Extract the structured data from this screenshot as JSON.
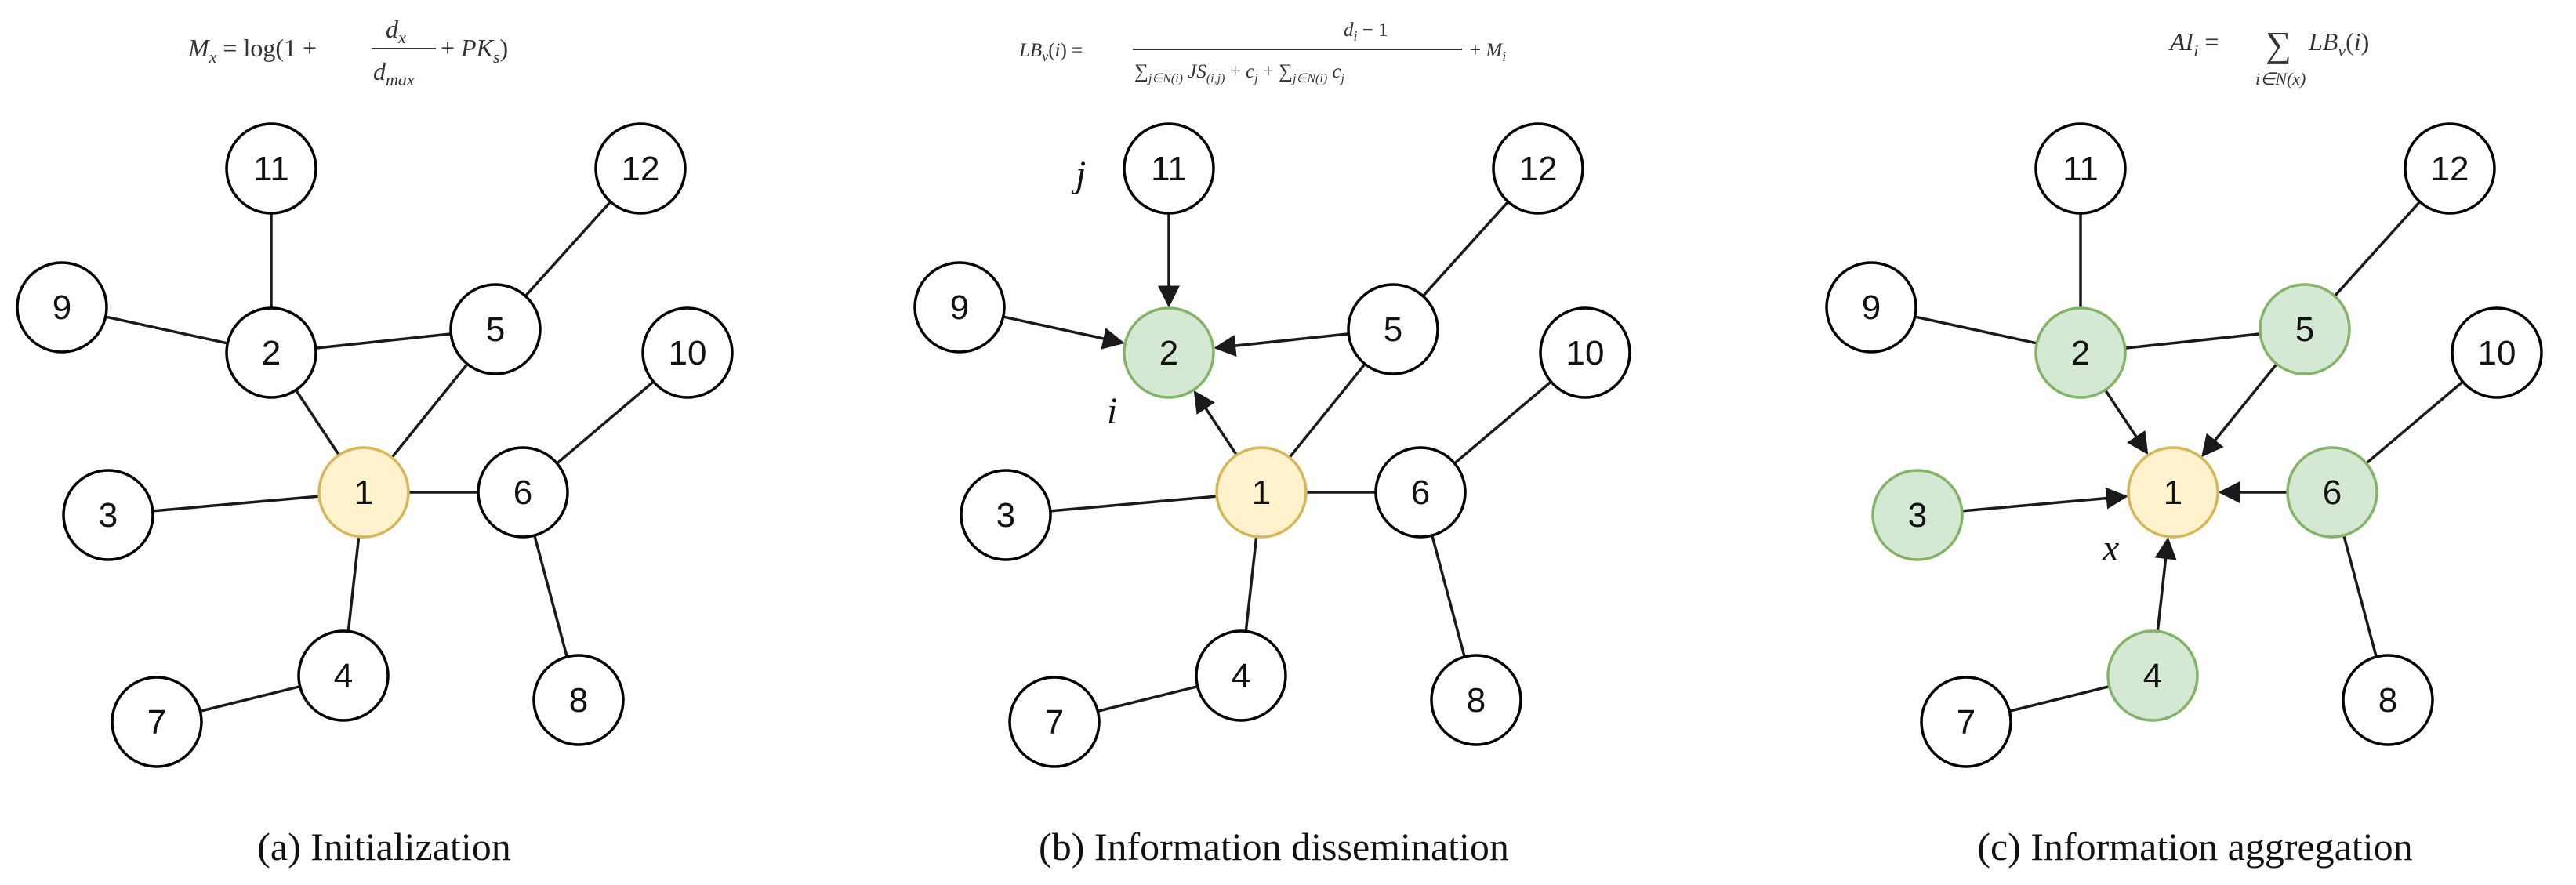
{
  "colors": {
    "default_fill": "#ffffff",
    "default_stroke": "#000000",
    "target_fill": "#fff2cc",
    "target_stroke": "#d6b656",
    "neighbor_fill": "#d5e8d4",
    "neighbor_stroke": "#82b366"
  },
  "panels": [
    {
      "caption": "(a) Initialization",
      "formula": {
        "type": "Mx"
      },
      "nodes": [
        {
          "label": "1",
          "role": "target"
        },
        {
          "label": "2",
          "role": "default"
        },
        {
          "label": "3",
          "role": "default"
        },
        {
          "label": "4",
          "role": "default"
        },
        {
          "label": "5",
          "role": "default"
        },
        {
          "label": "6",
          "role": "default"
        },
        {
          "label": "7",
          "role": "default"
        },
        {
          "label": "8",
          "role": "default"
        },
        {
          "label": "9",
          "role": "default"
        },
        {
          "label": "10",
          "role": "default"
        },
        {
          "label": "11",
          "role": "default"
        },
        {
          "label": "12",
          "role": "default"
        }
      ],
      "edges": [
        {
          "from": "1",
          "to": "2",
          "directed": false
        },
        {
          "from": "1",
          "to": "3",
          "directed": false
        },
        {
          "from": "1",
          "to": "4",
          "directed": false
        },
        {
          "from": "1",
          "to": "5",
          "directed": false
        },
        {
          "from": "1",
          "to": "6",
          "directed": false
        },
        {
          "from": "2",
          "to": "5",
          "directed": false
        },
        {
          "from": "2",
          "to": "9",
          "directed": false
        },
        {
          "from": "2",
          "to": "11",
          "directed": false
        },
        {
          "from": "4",
          "to": "7",
          "directed": false
        },
        {
          "from": "5",
          "to": "12",
          "directed": false
        },
        {
          "from": "6",
          "to": "8",
          "directed": false
        },
        {
          "from": "6",
          "to": "10",
          "directed": false
        }
      ],
      "annotations": []
    },
    {
      "caption": "(b) Information dissemination",
      "formula": {
        "type": "LB"
      },
      "nodes": [
        {
          "label": "1",
          "role": "target"
        },
        {
          "label": "2",
          "role": "neighbor"
        },
        {
          "label": "3",
          "role": "default"
        },
        {
          "label": "4",
          "role": "default"
        },
        {
          "label": "5",
          "role": "default"
        },
        {
          "label": "6",
          "role": "default"
        },
        {
          "label": "7",
          "role": "default"
        },
        {
          "label": "8",
          "role": "default"
        },
        {
          "label": "9",
          "role": "default"
        },
        {
          "label": "10",
          "role": "default"
        },
        {
          "label": "11",
          "role": "default"
        },
        {
          "label": "12",
          "role": "default"
        }
      ],
      "edges": [
        {
          "from": "1",
          "to": "2",
          "directed": true
        },
        {
          "from": "5",
          "to": "2",
          "directed": true
        },
        {
          "from": "9",
          "to": "2",
          "directed": true
        },
        {
          "from": "11",
          "to": "2",
          "directed": true
        },
        {
          "from": "1",
          "to": "3",
          "directed": false
        },
        {
          "from": "1",
          "to": "4",
          "directed": false
        },
        {
          "from": "1",
          "to": "5",
          "directed": false
        },
        {
          "from": "1",
          "to": "6",
          "directed": false
        },
        {
          "from": "4",
          "to": "7",
          "directed": false
        },
        {
          "from": "5",
          "to": "12",
          "directed": false
        },
        {
          "from": "6",
          "to": "8",
          "directed": false
        },
        {
          "from": "6",
          "to": "10",
          "directed": false
        }
      ],
      "annotations": [
        "j",
        "i"
      ]
    },
    {
      "caption": "(c) Information aggregation",
      "formula": {
        "type": "AI"
      },
      "nodes": [
        {
          "label": "1",
          "role": "target"
        },
        {
          "label": "2",
          "role": "neighbor"
        },
        {
          "label": "3",
          "role": "neighbor"
        },
        {
          "label": "4",
          "role": "neighbor"
        },
        {
          "label": "5",
          "role": "neighbor"
        },
        {
          "label": "6",
          "role": "neighbor"
        },
        {
          "label": "7",
          "role": "default"
        },
        {
          "label": "8",
          "role": "default"
        },
        {
          "label": "9",
          "role": "default"
        },
        {
          "label": "10",
          "role": "default"
        },
        {
          "label": "11",
          "role": "default"
        },
        {
          "label": "12",
          "role": "default"
        }
      ],
      "edges": [
        {
          "from": "2",
          "to": "1",
          "directed": true
        },
        {
          "from": "3",
          "to": "1",
          "directed": true
        },
        {
          "from": "4",
          "to": "1",
          "directed": true
        },
        {
          "from": "5",
          "to": "1",
          "directed": true
        },
        {
          "from": "6",
          "to": "1",
          "directed": true
        },
        {
          "from": "2",
          "to": "5",
          "directed": false
        },
        {
          "from": "2",
          "to": "9",
          "directed": false
        },
        {
          "from": "2",
          "to": "11",
          "directed": false
        },
        {
          "from": "4",
          "to": "7",
          "directed": false
        },
        {
          "from": "5",
          "to": "12",
          "directed": false
        },
        {
          "from": "6",
          "to": "8",
          "directed": false
        },
        {
          "from": "6",
          "to": "10",
          "directed": false
        }
      ],
      "annotations": [
        "x"
      ]
    }
  ]
}
